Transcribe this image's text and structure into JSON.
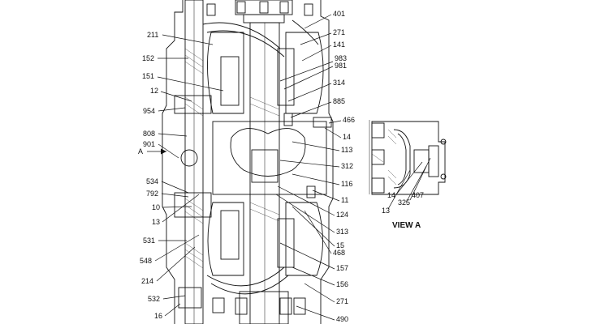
{
  "diagram": {
    "view_caption": "VIEW A",
    "arrow_label": "A",
    "callouts_right": [
      "401",
      "271",
      "141",
      "983",
      "981",
      "314",
      "885",
      "466",
      "14",
      "113",
      "312",
      "116",
      "11",
      "124",
      "313",
      "15",
      "468",
      "157",
      "156",
      "271",
      "490"
    ],
    "callouts_left": [
      "211",
      "152",
      "151",
      "12",
      "954",
      "808",
      "901",
      "534",
      "792",
      "10",
      "13",
      "531",
      "548",
      "214",
      "532",
      "16"
    ],
    "callouts_view_a": [
      "14",
      "407",
      "325",
      "13"
    ]
  }
}
